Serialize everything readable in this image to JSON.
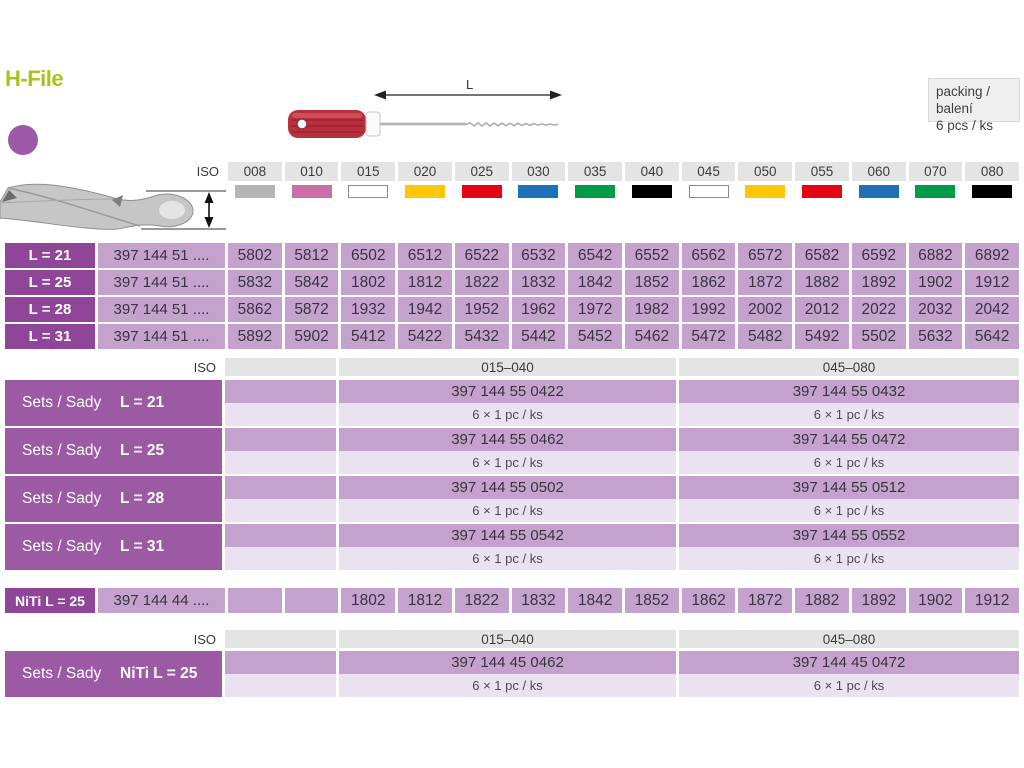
{
  "page": {
    "title": "H-File",
    "packing_line1": "packing / balení",
    "packing_line2": "6 pcs / ks",
    "length_label": "L"
  },
  "colors": {
    "title_green": "#a5c51d",
    "bullet_purple": "#9c59a5",
    "row_header_purple": "#8f4698",
    "sets_header_purple": "#9c5aa5",
    "cell_purple": "#c5a2ce",
    "cell_light_purple": "#eae2f0",
    "iso_header_gray": "#e4e4e4",
    "handle_red": "#b92f3d"
  },
  "iso": {
    "label": "ISO",
    "sizes": [
      {
        "code": "008",
        "color": "#b5b5b5",
        "outlined": false
      },
      {
        "code": "010",
        "color": "#cb6fa8",
        "outlined": false
      },
      {
        "code": "015",
        "color": "#ffffff",
        "outlined": true
      },
      {
        "code": "020",
        "color": "#fdc608",
        "outlined": false
      },
      {
        "code": "025",
        "color": "#e30613",
        "outlined": false
      },
      {
        "code": "030",
        "color": "#1d71b8",
        "outlined": false
      },
      {
        "code": "035",
        "color": "#009b48",
        "outlined": false
      },
      {
        "code": "040",
        "color": "#000000",
        "outlined": false
      },
      {
        "code": "045",
        "color": "#ffffff",
        "outlined": true
      },
      {
        "code": "050",
        "color": "#fdc608",
        "outlined": false
      },
      {
        "code": "055",
        "color": "#e30613",
        "outlined": false
      },
      {
        "code": "060",
        "color": "#1d71b8",
        "outlined": false
      },
      {
        "code": "070",
        "color": "#009b48",
        "outlined": false
      },
      {
        "code": "080",
        "color": "#000000",
        "outlined": false
      }
    ]
  },
  "files_table": {
    "rows": [
      {
        "length": "L = 21",
        "prefix": "397 144 51 ....",
        "codes": [
          "5802",
          "5812",
          "6502",
          "6512",
          "6522",
          "6532",
          "6542",
          "6552",
          "6562",
          "6572",
          "6582",
          "6592",
          "6882",
          "6892"
        ]
      },
      {
        "length": "L = 25",
        "prefix": "397 144 51 ....",
        "codes": [
          "5832",
          "5842",
          "1802",
          "1812",
          "1822",
          "1832",
          "1842",
          "1852",
          "1862",
          "1872",
          "1882",
          "1892",
          "1902",
          "1912"
        ]
      },
      {
        "length": "L = 28",
        "prefix": "397 144 51 ....",
        "codes": [
          "5862",
          "5872",
          "1932",
          "1942",
          "1952",
          "1962",
          "1972",
          "1982",
          "1992",
          "2002",
          "2012",
          "2022",
          "2032",
          "2042"
        ]
      },
      {
        "length": "L = 31",
        "prefix": "397 144 51 ....",
        "codes": [
          "5892",
          "5902",
          "5412",
          "5422",
          "5432",
          "5442",
          "5452",
          "5462",
          "5472",
          "5482",
          "5492",
          "5502",
          "5632",
          "5642"
        ]
      }
    ]
  },
  "sets_table": {
    "iso_label": "ISO",
    "ranges": [
      "015–040",
      "045–080"
    ],
    "rows": [
      {
        "label": "Sets / Sady",
        "variant": "L = 21",
        "codes": [
          "397 144 55 0422",
          "397 144 55 0432"
        ],
        "packing": "6 × 1 pc / ks"
      },
      {
        "label": "Sets / Sady",
        "variant": "L = 25",
        "codes": [
          "397 144 55 0462",
          "397 144 55 0472"
        ],
        "packing": "6 × 1 pc / ks"
      },
      {
        "label": "Sets / Sady",
        "variant": "L = 28",
        "codes": [
          "397 144 55 0502",
          "397 144 55 0512"
        ],
        "packing": "6 × 1 pc / ks"
      },
      {
        "label": "Sets / Sady",
        "variant": "L = 31",
        "codes": [
          "397 144 55 0542",
          "397 144 55 0552"
        ],
        "packing": "6 × 1 pc / ks"
      }
    ]
  },
  "niti_row": {
    "label": "NiTi L = 25",
    "prefix": "397 144 44 ....",
    "codes": [
      "",
      "",
      "1802",
      "1812",
      "1822",
      "1832",
      "1842",
      "1852",
      "1862",
      "1872",
      "1882",
      "1892",
      "1902",
      "1912"
    ]
  },
  "niti_sets_table": {
    "iso_label": "ISO",
    "ranges": [
      "015–040",
      "045–080"
    ],
    "rows": [
      {
        "label": "Sets / Sady",
        "variant": "NiTi L = 25",
        "codes": [
          "397 144 45 0462",
          "397 144 45 0472"
        ],
        "packing": "6 × 1 pc / ks"
      }
    ]
  }
}
